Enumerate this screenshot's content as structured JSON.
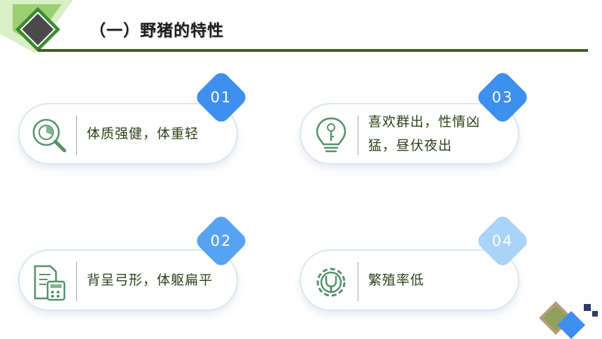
{
  "slide": {
    "title": "（一）野猪的特性",
    "colors": {
      "title_rule": "#3f5e23",
      "corner_green_light": "#9bd072",
      "corner_green_dark": "#3c8a2e",
      "badge_blue_dark": "#3d8ff0",
      "badge_blue_light": "#a9d3f7",
      "text_green": "#2e4017"
    }
  },
  "cards": [
    {
      "number": "01",
      "text": "体质强健，体重轻",
      "icon": "magnifier-chart-icon"
    },
    {
      "number": "03",
      "text": "喜欢群出，性情凶猛，昼伏夜出",
      "icon": "lightbulb-key-icon"
    },
    {
      "number": "02",
      "text": "背呈弓形，体躯扁平",
      "icon": "document-calculator-icon"
    },
    {
      "number": "04",
      "text": "繁殖率低",
      "icon": "gear-wrench-icon"
    }
  ]
}
